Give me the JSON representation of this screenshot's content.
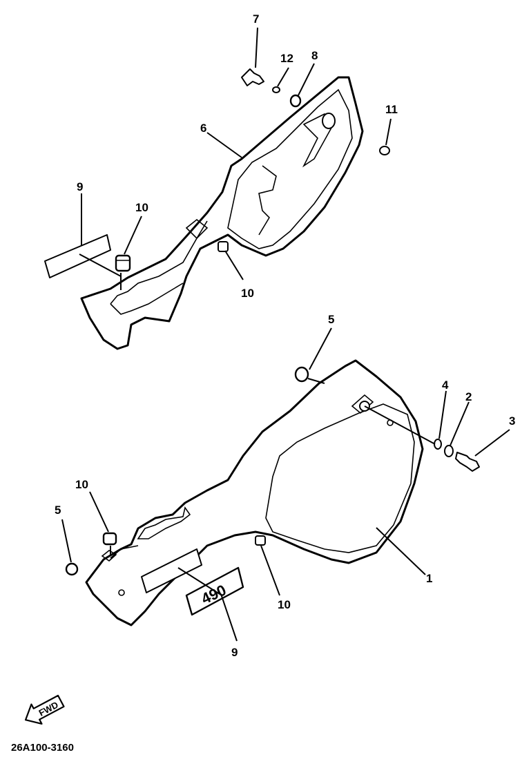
{
  "diagram": {
    "code": "26A100-3160",
    "fwd_arrow_text": "FWD",
    "decal_text": "490",
    "callouts": [
      "1",
      "2",
      "3",
      "4",
      "5",
      "5",
      "6",
      "7",
      "8",
      "9",
      "9",
      "10",
      "10",
      "10",
      "10",
      "11",
      "12"
    ]
  }
}
